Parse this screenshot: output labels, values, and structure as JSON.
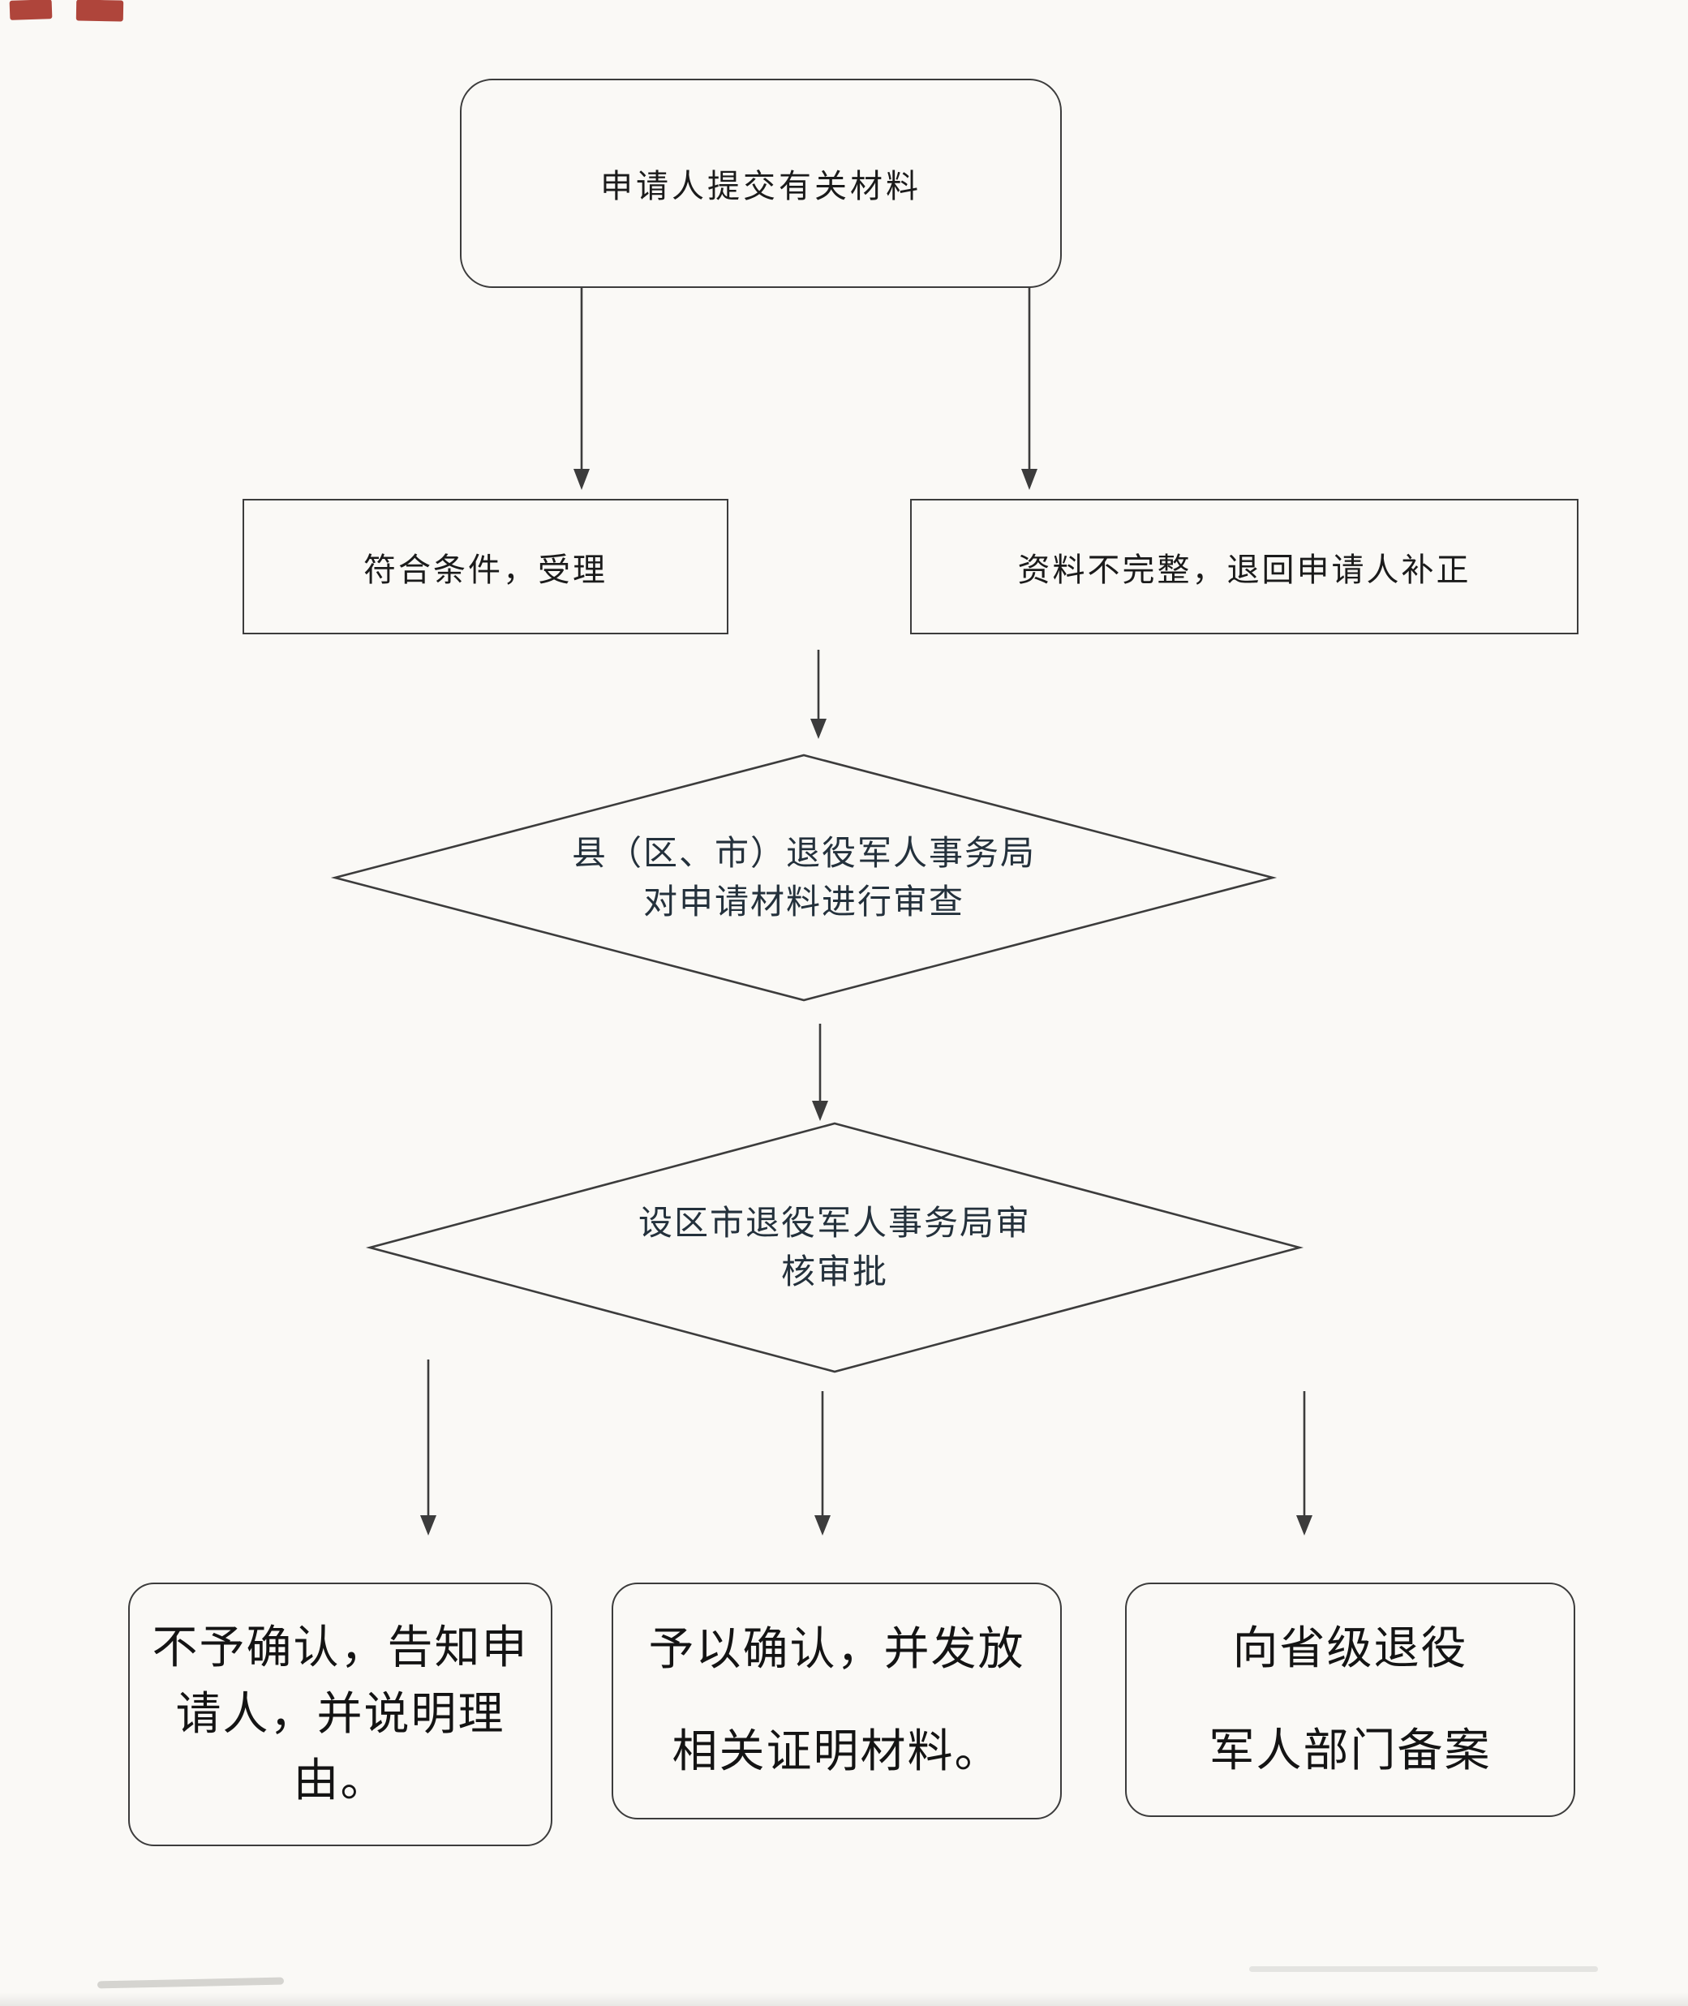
{
  "colors": {
    "paper": "#faf9f6",
    "ink": "#1b1b1b",
    "line": "#3c3c3c",
    "artifact-red": "#a8352a"
  },
  "flowchart": {
    "nodes": {
      "start": {
        "label": "申请人提交有关材料",
        "shape": "rounded-rectangle"
      },
      "accept": {
        "label": "符合条件，受理",
        "shape": "rectangle"
      },
      "return_incomplete": {
        "label": "资料不完整，退回申请人补正",
        "shape": "rectangle"
      },
      "county_review": {
        "label": "县（区、市）退役军人事务局\n对申请材料进行审查",
        "shape": "diamond"
      },
      "city_review": {
        "label": "设区市退役军人事务局审\n核审批",
        "shape": "diamond"
      },
      "reject": {
        "label": "不予确认，告知申\n请人，并说明理\n由。",
        "shape": "rounded-rectangle"
      },
      "confirm_issue": {
        "label": "予以确认，并发放\n相关证明材料。",
        "shape": "rounded-rectangle"
      },
      "provincial_filing": {
        "label": "向省级退役\n军人部门备案",
        "shape": "rounded-rectangle"
      }
    }
  }
}
